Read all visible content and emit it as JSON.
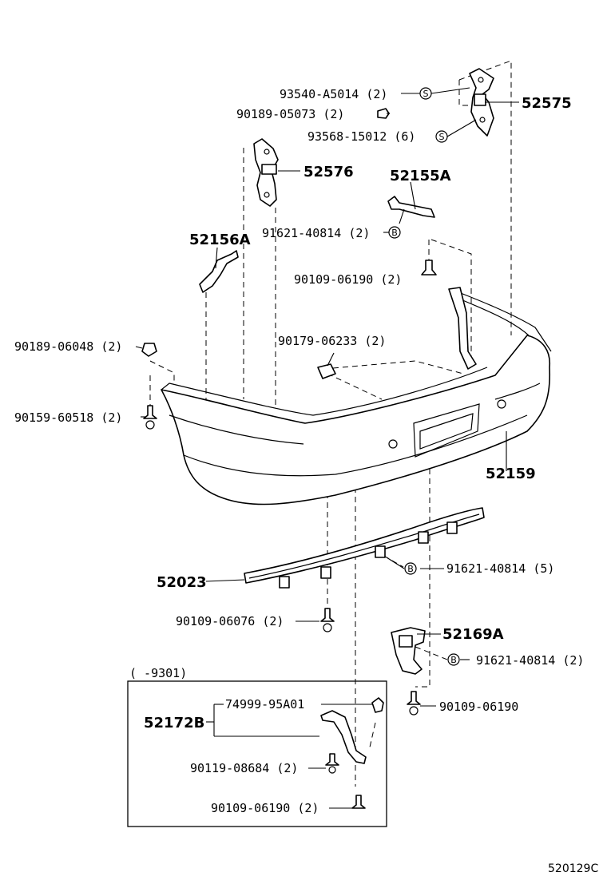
{
  "labels": {
    "p93540": "93540-A5014 (2)",
    "p90189_05073": "90189-05073 (2)",
    "p93568": "93568-15012 (6)",
    "p52575": "52575",
    "p52576": "52576",
    "p52155A": "52155A",
    "p91621_b2_top": "91621-40814 (2)",
    "p52156A": "52156A",
    "p90109_06190_2_top": "90109-06190 (2)",
    "p90179": "90179-06233 (2)",
    "p90189_06048": "90189-06048 (2)",
    "p90159": "90159-60518 (2)",
    "p52159": "52159",
    "p52023": "52023",
    "p91621_b5": "91621-40814 (5)",
    "p90109_06076": "90109-06076 (2)",
    "p52169A": "52169A",
    "p91621_b2_bottom": "91621-40814 (2)",
    "p90109_06190": "90109-06190",
    "inset_range": "(        -9301)",
    "p74999": "74999-95A01",
    "p52172B": "52172B",
    "p90119": "90119-08684 (2)",
    "p90109_06190_2_inset": "90109-06190 (2)",
    "figure_code": "520129C"
  },
  "markers": {
    "s": "S",
    "b": "B"
  }
}
